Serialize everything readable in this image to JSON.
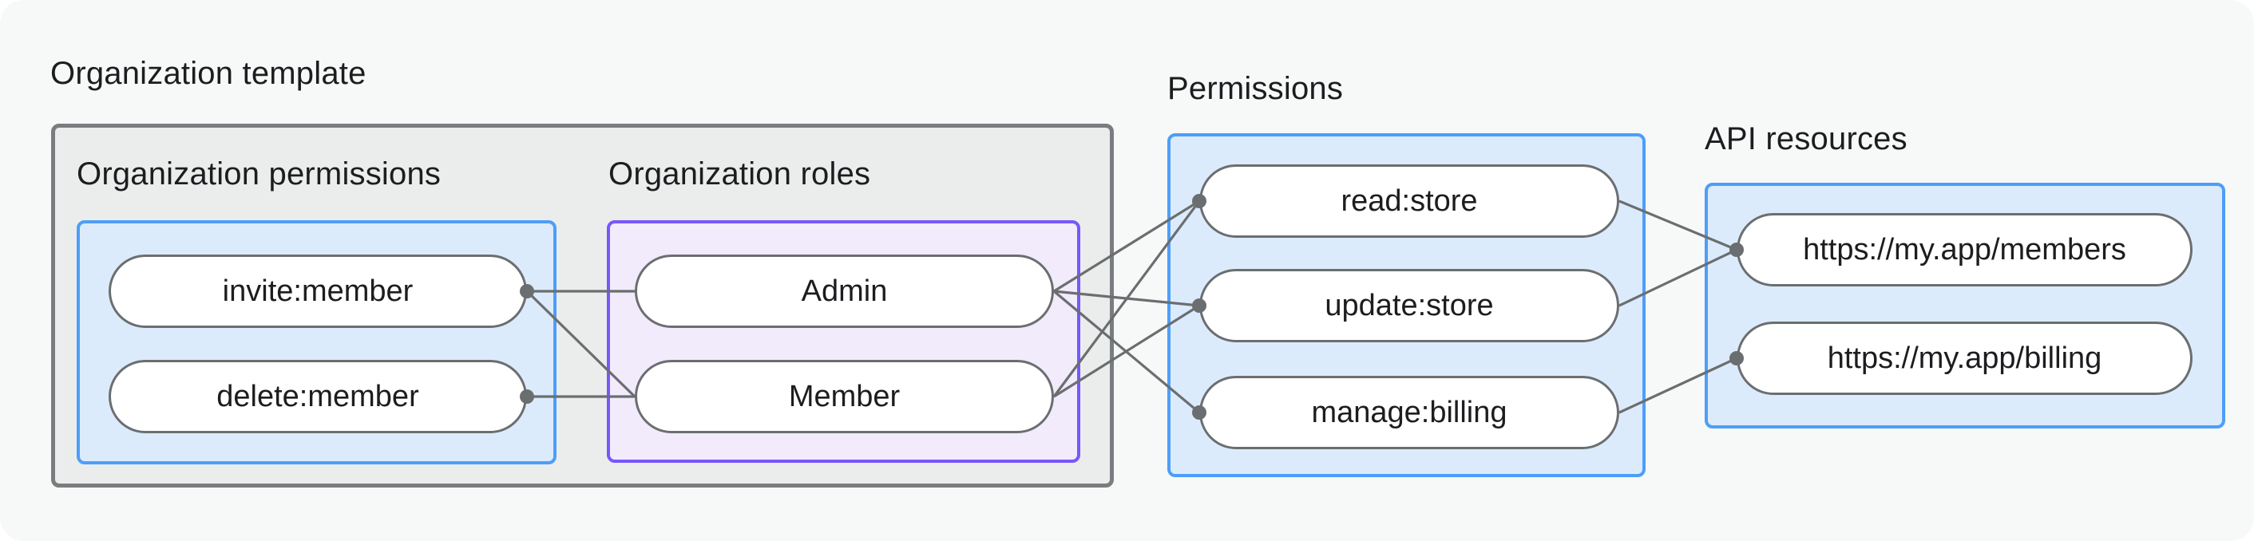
{
  "labels": {
    "org_template": "Organization template",
    "org_permissions": "Organization permissions",
    "org_roles": "Organization roles",
    "permissions": "Permissions",
    "api_resources": "API resources"
  },
  "groups": {
    "org_permissions": {
      "title": "Organization permissions",
      "items": [
        {
          "id": "invite",
          "label": "invite:member"
        },
        {
          "id": "delete",
          "label": "delete:member"
        }
      ]
    },
    "org_roles": {
      "title": "Organization roles",
      "items": [
        {
          "id": "admin",
          "label": "Admin"
        },
        {
          "id": "member",
          "label": "Member"
        }
      ]
    },
    "permissions": {
      "title": "Permissions",
      "items": [
        {
          "id": "read",
          "label": "read:store"
        },
        {
          "id": "update",
          "label": "update:store"
        },
        {
          "id": "manage",
          "label": "manage:billing"
        }
      ]
    },
    "api_resources": {
      "title": "API resources",
      "items": [
        {
          "id": "members",
          "label": "https://my.app/members"
        },
        {
          "id": "billing",
          "label": "https://my.app/billing"
        }
      ]
    }
  },
  "edges": [
    {
      "from": "invite",
      "to": "admin"
    },
    {
      "from": "invite",
      "to": "member"
    },
    {
      "from": "delete",
      "to": "member"
    },
    {
      "from": "admin",
      "to": "read"
    },
    {
      "from": "admin",
      "to": "update"
    },
    {
      "from": "admin",
      "to": "manage"
    },
    {
      "from": "member",
      "to": "read"
    },
    {
      "from": "member",
      "to": "update"
    },
    {
      "from": "read",
      "to": "members"
    },
    {
      "from": "update",
      "to": "members"
    },
    {
      "from": "manage",
      "to": "billing"
    }
  ],
  "dots": [
    {
      "node": "invite",
      "side": "right"
    },
    {
      "node": "delete",
      "side": "right"
    },
    {
      "node": "read",
      "side": "left"
    },
    {
      "node": "update",
      "side": "left"
    },
    {
      "node": "manage",
      "side": "left"
    },
    {
      "node": "members",
      "side": "left"
    },
    {
      "node": "billing",
      "side": "left"
    }
  ],
  "colors": {
    "canvas_bg": "#f7f8f8",
    "group_bg": "#ebeded",
    "group_border": "#7a7d7f",
    "blue_border": "#4d9ef8",
    "blue_bg": "#dcebfc",
    "purple_border": "#7857fb",
    "purple_bg": "#f1ebfc",
    "node_bg": "#ffffff",
    "node_border": "#6b6e70",
    "edge": "#6b6e70",
    "text": "#1d1d20"
  }
}
